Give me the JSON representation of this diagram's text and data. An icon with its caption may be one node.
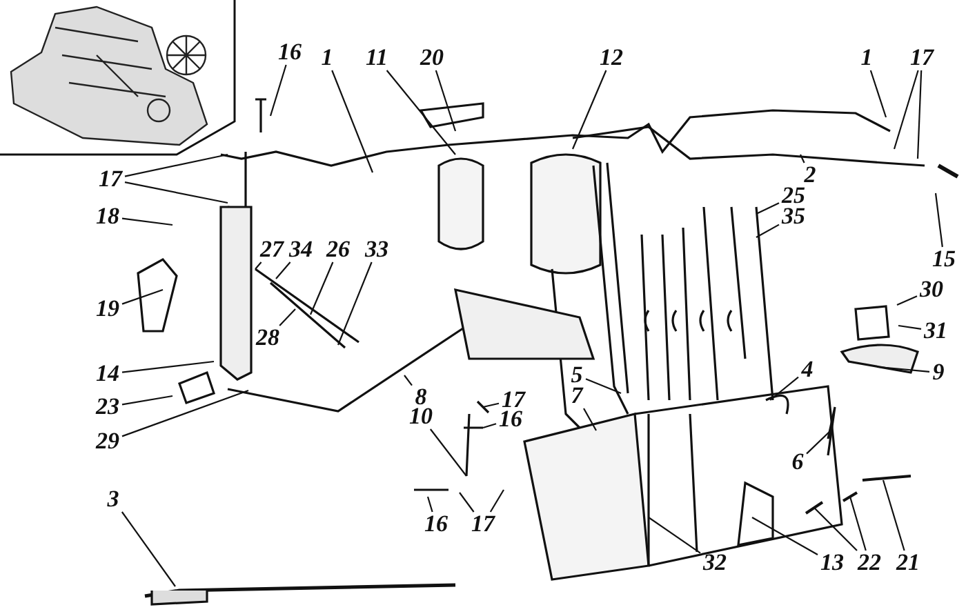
{
  "diagram": {
    "nodes": [
      {
        "text": [
          "16"
        ]
      },
      {
        "text": [
          "1"
        ]
      },
      {
        "text": [
          "11"
        ]
      },
      {
        "text": [
          "20"
        ]
      },
      {
        "text": [
          "12"
        ]
      },
      {
        "text": [
          "1"
        ]
      },
      {
        "text": [
          "17"
        ]
      },
      {
        "text": [
          "17"
        ]
      },
      {
        "text": [
          "2"
        ]
      },
      {
        "text": [
          "18"
        ]
      },
      {
        "text": [
          "25"
        ]
      },
      {
        "text": [
          "35"
        ]
      },
      {
        "text": [
          "15"
        ]
      },
      {
        "text": [
          "27"
        ]
      },
      {
        "text": [
          "34"
        ]
      },
      {
        "text": [
          "26"
        ]
      },
      {
        "text": [
          "33"
        ]
      },
      {
        "text": [
          "19"
        ]
      },
      {
        "text": [
          "30"
        ]
      },
      {
        "text": [
          "28"
        ]
      },
      {
        "text": [
          "14"
        ]
      },
      {
        "text": [
          "31"
        ]
      },
      {
        "text": [
          "9"
        ]
      },
      {
        "text": [
          "4"
        ]
      },
      {
        "text": [
          "5"
        ]
      },
      {
        "text": [
          "7"
        ]
      },
      {
        "text": [
          "23"
        ]
      },
      {
        "text": [
          "8"
        ]
      },
      {
        "text": [
          "17"
        ]
      },
      {
        "text": [
          "10"
        ]
      },
      {
        "text": [
          "16"
        ]
      },
      {
        "text": [
          "29"
        ]
      },
      {
        "text": [
          "6"
        ]
      },
      {
        "text": [
          "3"
        ]
      },
      {
        "text": [
          "16"
        ]
      },
      {
        "text": [
          "17"
        ]
      },
      {
        "text": [
          "32"
        ]
      },
      {
        "text": [
          "13"
        ]
      },
      {
        "text": [
          "22"
        ]
      },
      {
        "text": [
          "21"
        ]
      }
    ],
    "edges": [
      {
        "from": 0,
        "to": null,
        "arrow": "none"
      },
      {
        "from": 1,
        "to": null,
        "arrow": "none"
      },
      {
        "from": 2,
        "to": null,
        "arrow": "none"
      },
      {
        "from": 3,
        "to": null,
        "arrow": "none"
      },
      {
        "from": 4,
        "to": null,
        "arrow": "none"
      },
      {
        "from": 5,
        "to": null,
        "arrow": "none"
      },
      {
        "from": 6,
        "to": null,
        "arrow": "none"
      },
      {
        "from": 6,
        "to": null,
        "arrow": "none"
      },
      {
        "from": 7,
        "to": null,
        "arrow": "none"
      },
      {
        "from": 7,
        "to": null,
        "arrow": "none"
      },
      {
        "from": 8,
        "to": null,
        "arrow": "none"
      },
      {
        "from": 9,
        "to": null,
        "arrow": "none"
      },
      {
        "from": 10,
        "to": null,
        "arrow": "none"
      },
      {
        "from": 11,
        "to": null,
        "arrow": "none"
      },
      {
        "from": 12,
        "to": null,
        "arrow": "none"
      },
      {
        "from": 13,
        "to": null,
        "arrow": "none"
      },
      {
        "from": 14,
        "to": null,
        "arrow": "none"
      },
      {
        "from": 15,
        "to": null,
        "arrow": "none"
      },
      {
        "from": 16,
        "to": null,
        "arrow": "none"
      },
      {
        "from": 17,
        "to": null,
        "arrow": "none"
      },
      {
        "from": 18,
        "to": null,
        "arrow": "none"
      },
      {
        "from": 19,
        "to": null,
        "arrow": "none"
      },
      {
        "from": 20,
        "to": null,
        "arrow": "none"
      },
      {
        "from": 21,
        "to": null,
        "arrow": "none"
      },
      {
        "from": 22,
        "to": null,
        "arrow": "none"
      },
      {
        "from": 23,
        "to": null,
        "arrow": "none"
      },
      {
        "from": 24,
        "to": null,
        "arrow": "none"
      },
      {
        "from": 25,
        "to": null,
        "arrow": "none"
      },
      {
        "from": 26,
        "to": null,
        "arrow": "none"
      },
      {
        "from": 27,
        "to": null,
        "arrow": "none"
      },
      {
        "from": 28,
        "to": null,
        "arrow": "none"
      },
      {
        "from": 29,
        "to": null,
        "arrow": "none"
      },
      {
        "from": 30,
        "to": null,
        "arrow": "none"
      },
      {
        "from": 31,
        "to": null,
        "arrow": "none"
      },
      {
        "from": 32,
        "to": null,
        "arrow": "none"
      },
      {
        "from": 33,
        "to": null,
        "arrow": "none"
      },
      {
        "from": 34,
        "to": null,
        "arrow": "none"
      },
      {
        "from": 35,
        "to": null,
        "arrow": "none"
      },
      {
        "from": 35,
        "to": null,
        "arrow": "none"
      },
      {
        "from": 36,
        "to": null,
        "arrow": "none"
      },
      {
        "from": 37,
        "to": null,
        "arrow": "none"
      },
      {
        "from": 38,
        "to": null,
        "arrow": "none"
      },
      {
        "from": 38,
        "to": null,
        "arrow": "none"
      },
      {
        "from": 39,
        "to": null,
        "arrow": "none"
      }
    ]
  }
}
